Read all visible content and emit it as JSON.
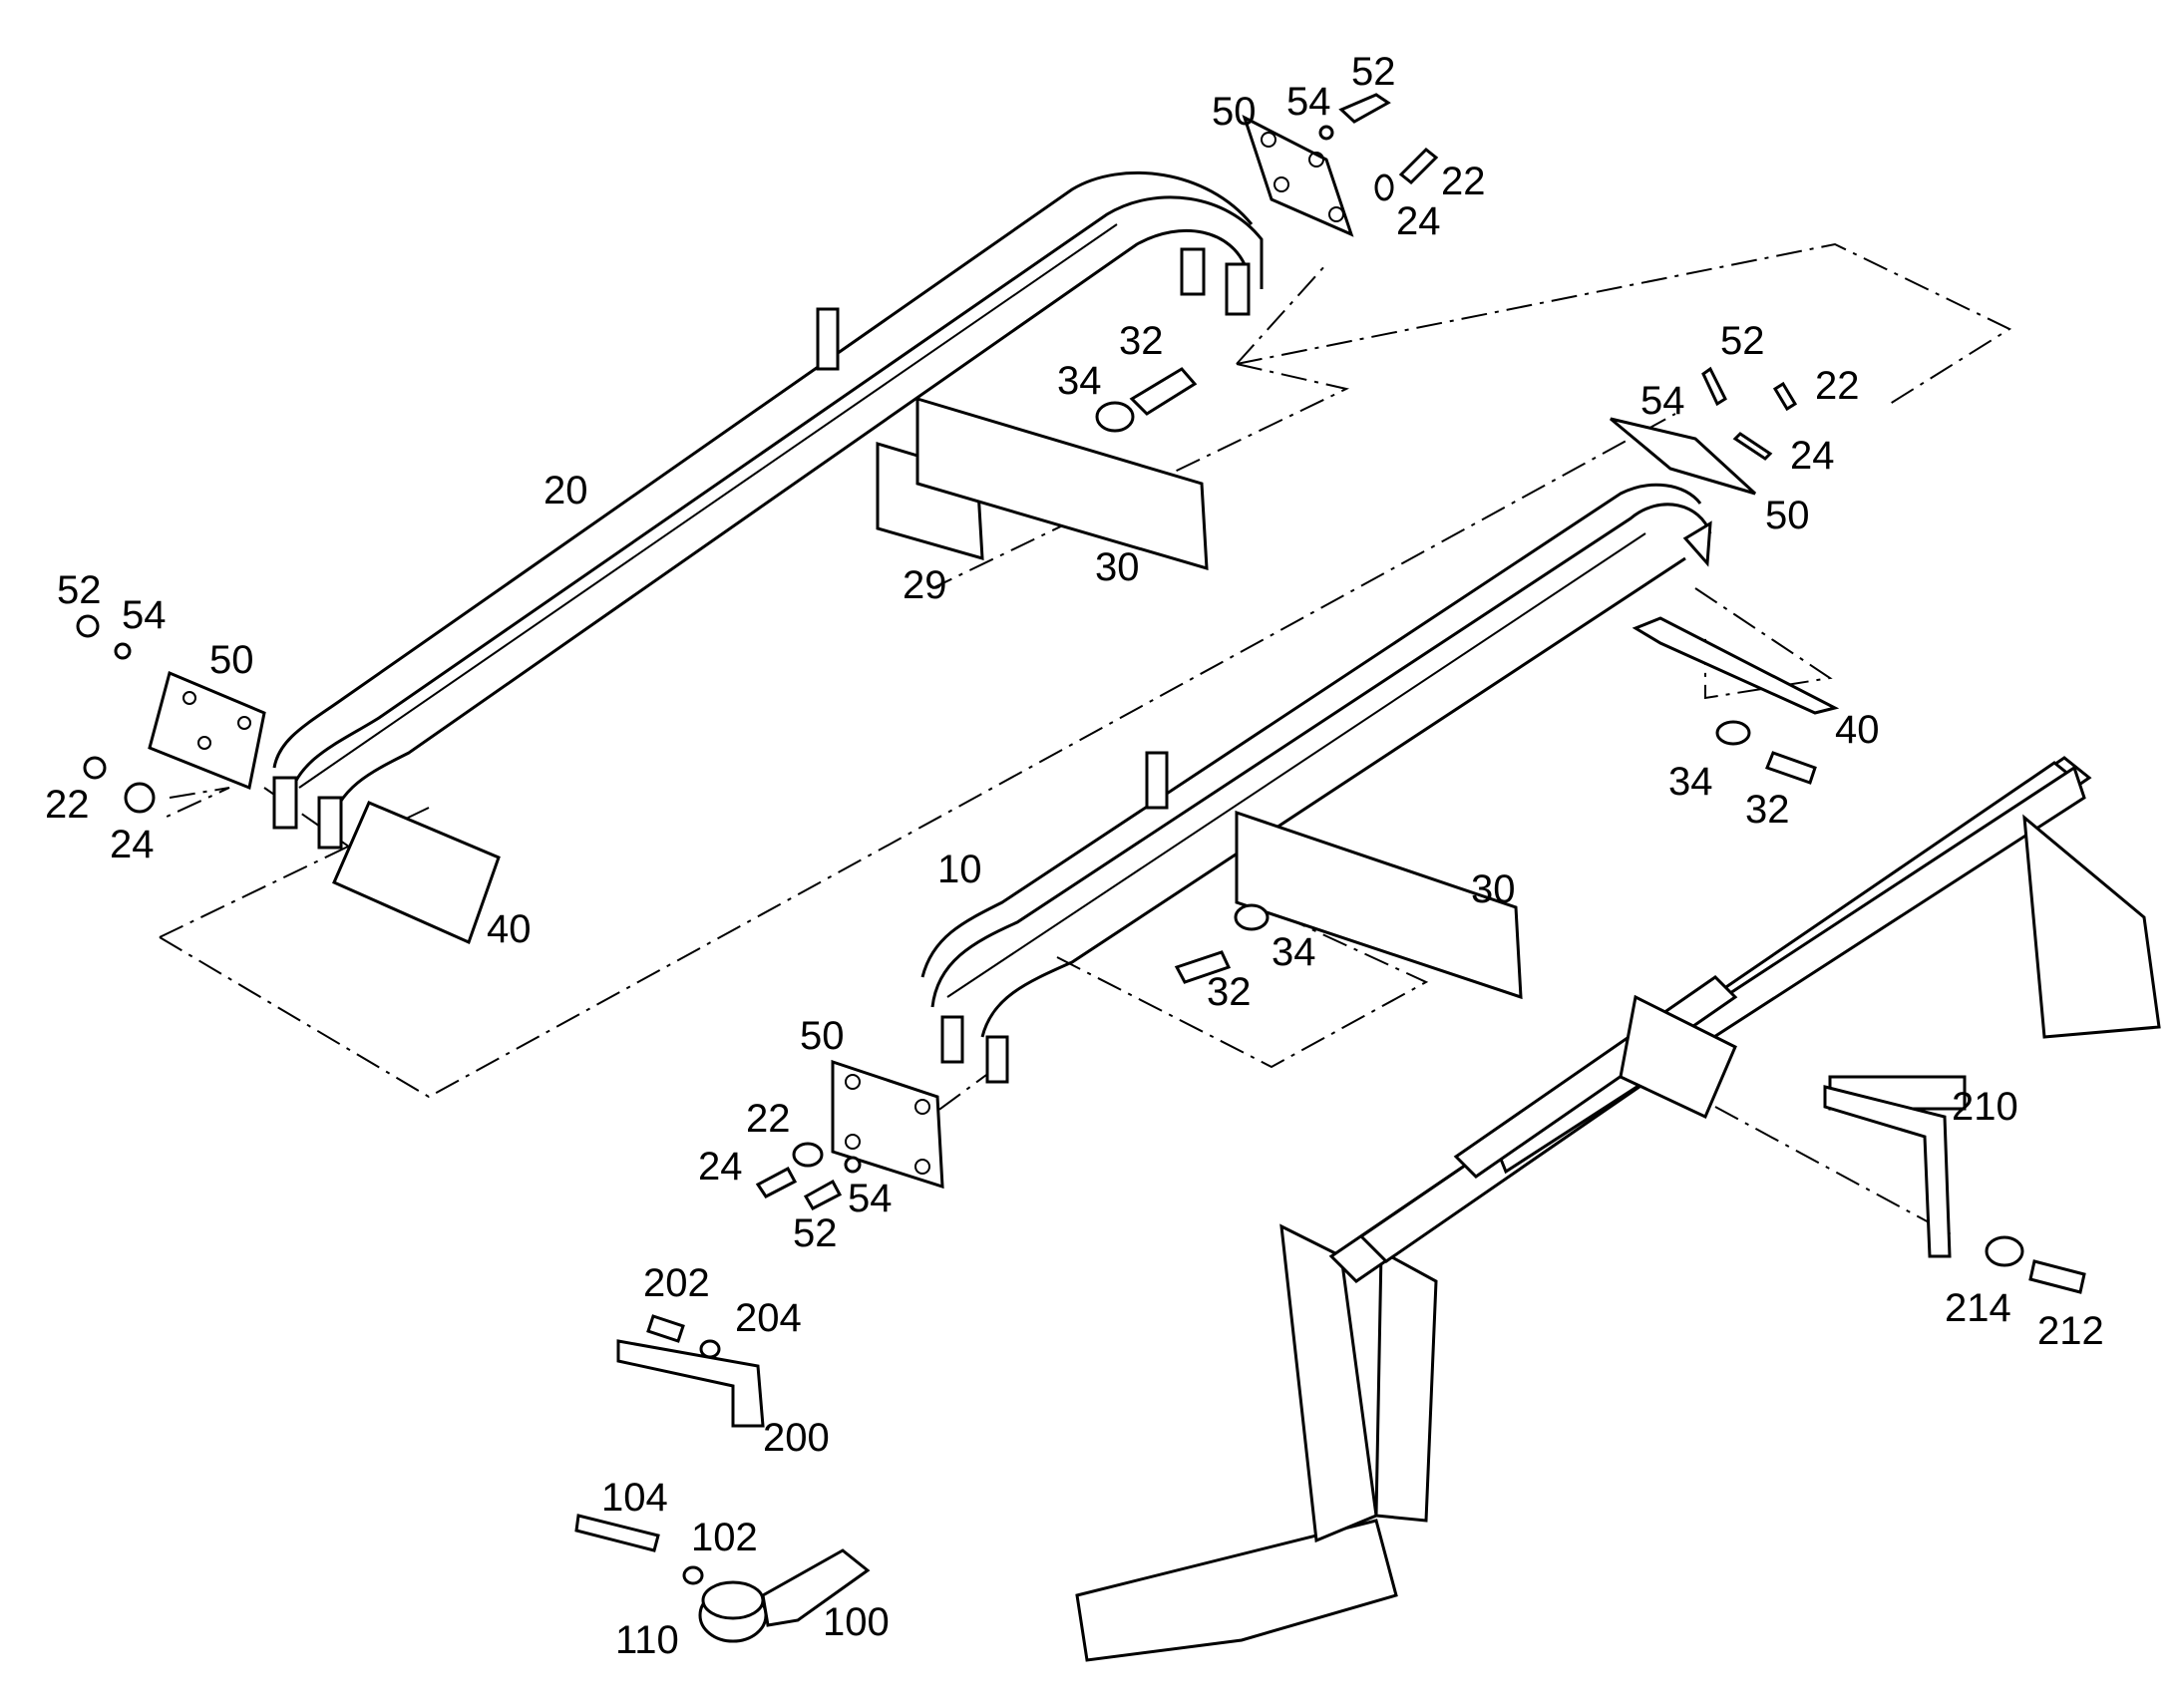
{
  "colors": {
    "line": "#000000",
    "background": "#ffffff"
  },
  "labels": {
    "top_plate_50": "50",
    "top_54": "54",
    "top_52": "52",
    "top_22": "22",
    "top_24": "24",
    "chain20_32": "32",
    "chain20_34": "34",
    "chain20": "20",
    "chain20_29": "29",
    "chain20_30": "30",
    "left_52": "52",
    "left_54": "54",
    "left_50": "50",
    "left_22": "22",
    "left_24": "24",
    "left_40": "40",
    "right_52": "52",
    "right_22": "22",
    "right_54": "54",
    "right_24": "24",
    "right_50": "50",
    "right_40": "40",
    "right_34": "34",
    "right_32": "32",
    "chain10": "10",
    "chain10_30": "30",
    "chain10_34": "34",
    "chain10_32": "32",
    "bottom_50": "50",
    "bottom_22": "22",
    "bottom_24": "24",
    "bottom_54": "54",
    "bottom_52": "52",
    "bracket_202": "202",
    "bracket_204": "204",
    "bracket_200": "200",
    "clamp_104": "104",
    "clamp_102": "102",
    "clamp_110": "110",
    "clamp_100": "100",
    "arm_210": "210",
    "arm_214": "214",
    "arm_212": "212"
  }
}
